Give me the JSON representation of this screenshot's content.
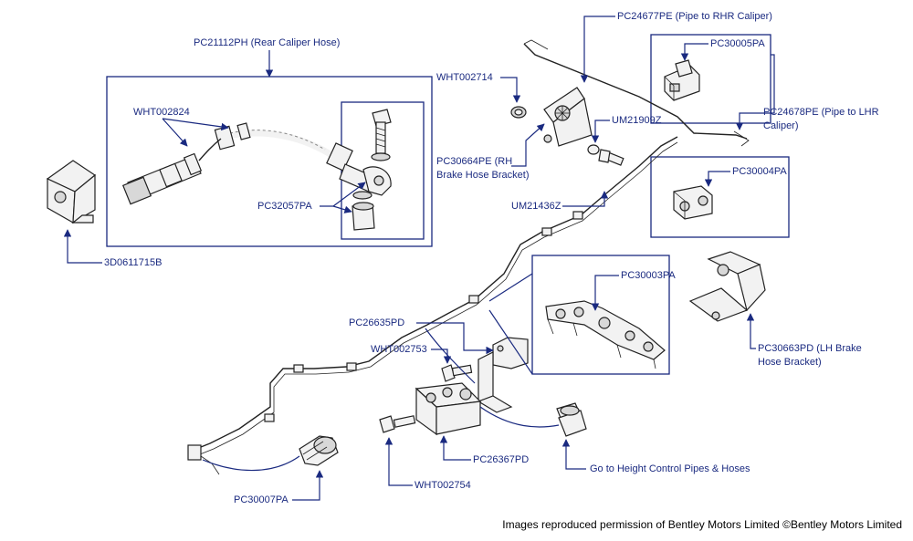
{
  "callouts": {
    "rear_caliper_hose": "PC21112PH (Rear Caliper Hose)",
    "wht002824": "WHT002824",
    "pc32057pa": "PC32057PA",
    "bracket_3d0611715b": "3D0611715B",
    "wht002714": "WHT002714",
    "rh_brake_hose_bracket_line1": "PC30664PE (RH",
    "rh_brake_hose_bracket_line2": "Brake Hose Bracket)",
    "pipe_rhr_caliper": "PC24677PE (Pipe to RHR Caliper)",
    "pc30005pa": "PC30005PA",
    "pipe_lhr_caliper_line1": "PC24678PE (Pipe to LHR",
    "pipe_lhr_caliper_line2": "Caliper)",
    "um21909z": "UM21909Z",
    "um21436z": "UM21436Z",
    "pc30004pa": "PC30004PA",
    "pc30003pa": "PC30003PA",
    "lh_brake_hose_bracket_line1": "PC30663PD (LH Brake",
    "lh_brake_hose_bracket_line2": "Hose Bracket)",
    "pc26635pd": "PC26635PD",
    "wht002753": "WHT002753",
    "pc26367pd": "PC26367PD",
    "height_control": "Go to Height Control Pipes & Hoses",
    "wht002754": "WHT002754",
    "pc30007pa": "PC30007PA"
  },
  "footer": {
    "credit": "Images reproduced permission of Bentley Motors Limited ©Bentley Motors Limited"
  },
  "icons": {
    "arrow": "arrow-icon"
  },
  "colors": {
    "callout_blue": "#1a2a80",
    "line_art": "#222222"
  }
}
